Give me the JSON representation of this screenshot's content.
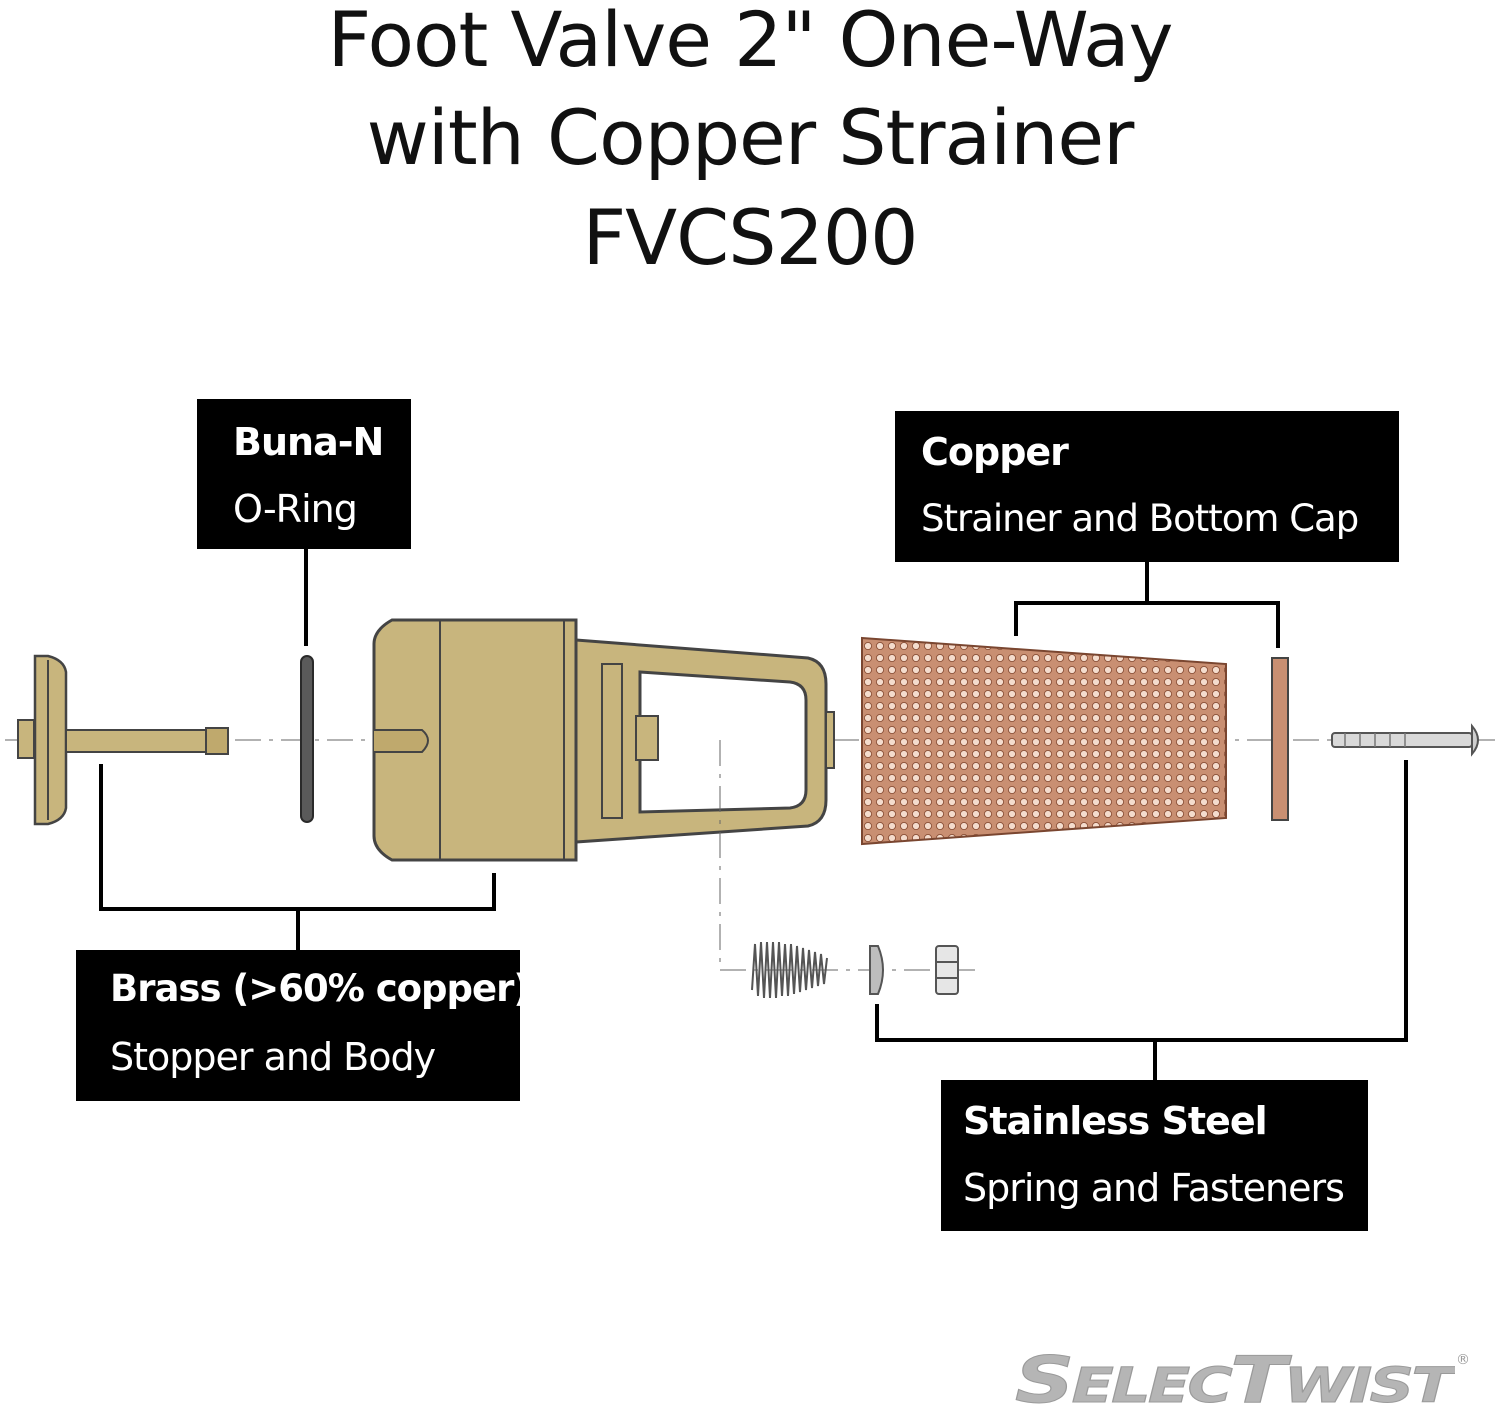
{
  "title": {
    "line1": "Foot Valve 2\" One-Way",
    "line2": "with Copper Strainer",
    "line3": "FVCS200"
  },
  "labels": {
    "buna": {
      "material": "Buna-N",
      "part": "O-Ring"
    },
    "copper": {
      "material": "Copper",
      "part": "Strainer and Bottom Cap"
    },
    "brass": {
      "material": "Brass (>60% copper)",
      "part": "Stopper and Body"
    },
    "steel": {
      "material": "Stainless Steel",
      "part": "Spring and Fasteners"
    }
  },
  "logo": {
    "text": "SelecTwist",
    "mark": "®"
  },
  "colors": {
    "brass": "#c8b57d",
    "brass_dark": "#8f7d4b",
    "copper": "#c98f72",
    "outline": "#444444",
    "steel": "#d9d9d9",
    "label_bg": "#000000",
    "label_text": "#ffffff",
    "logo": "#b5b5b5"
  }
}
